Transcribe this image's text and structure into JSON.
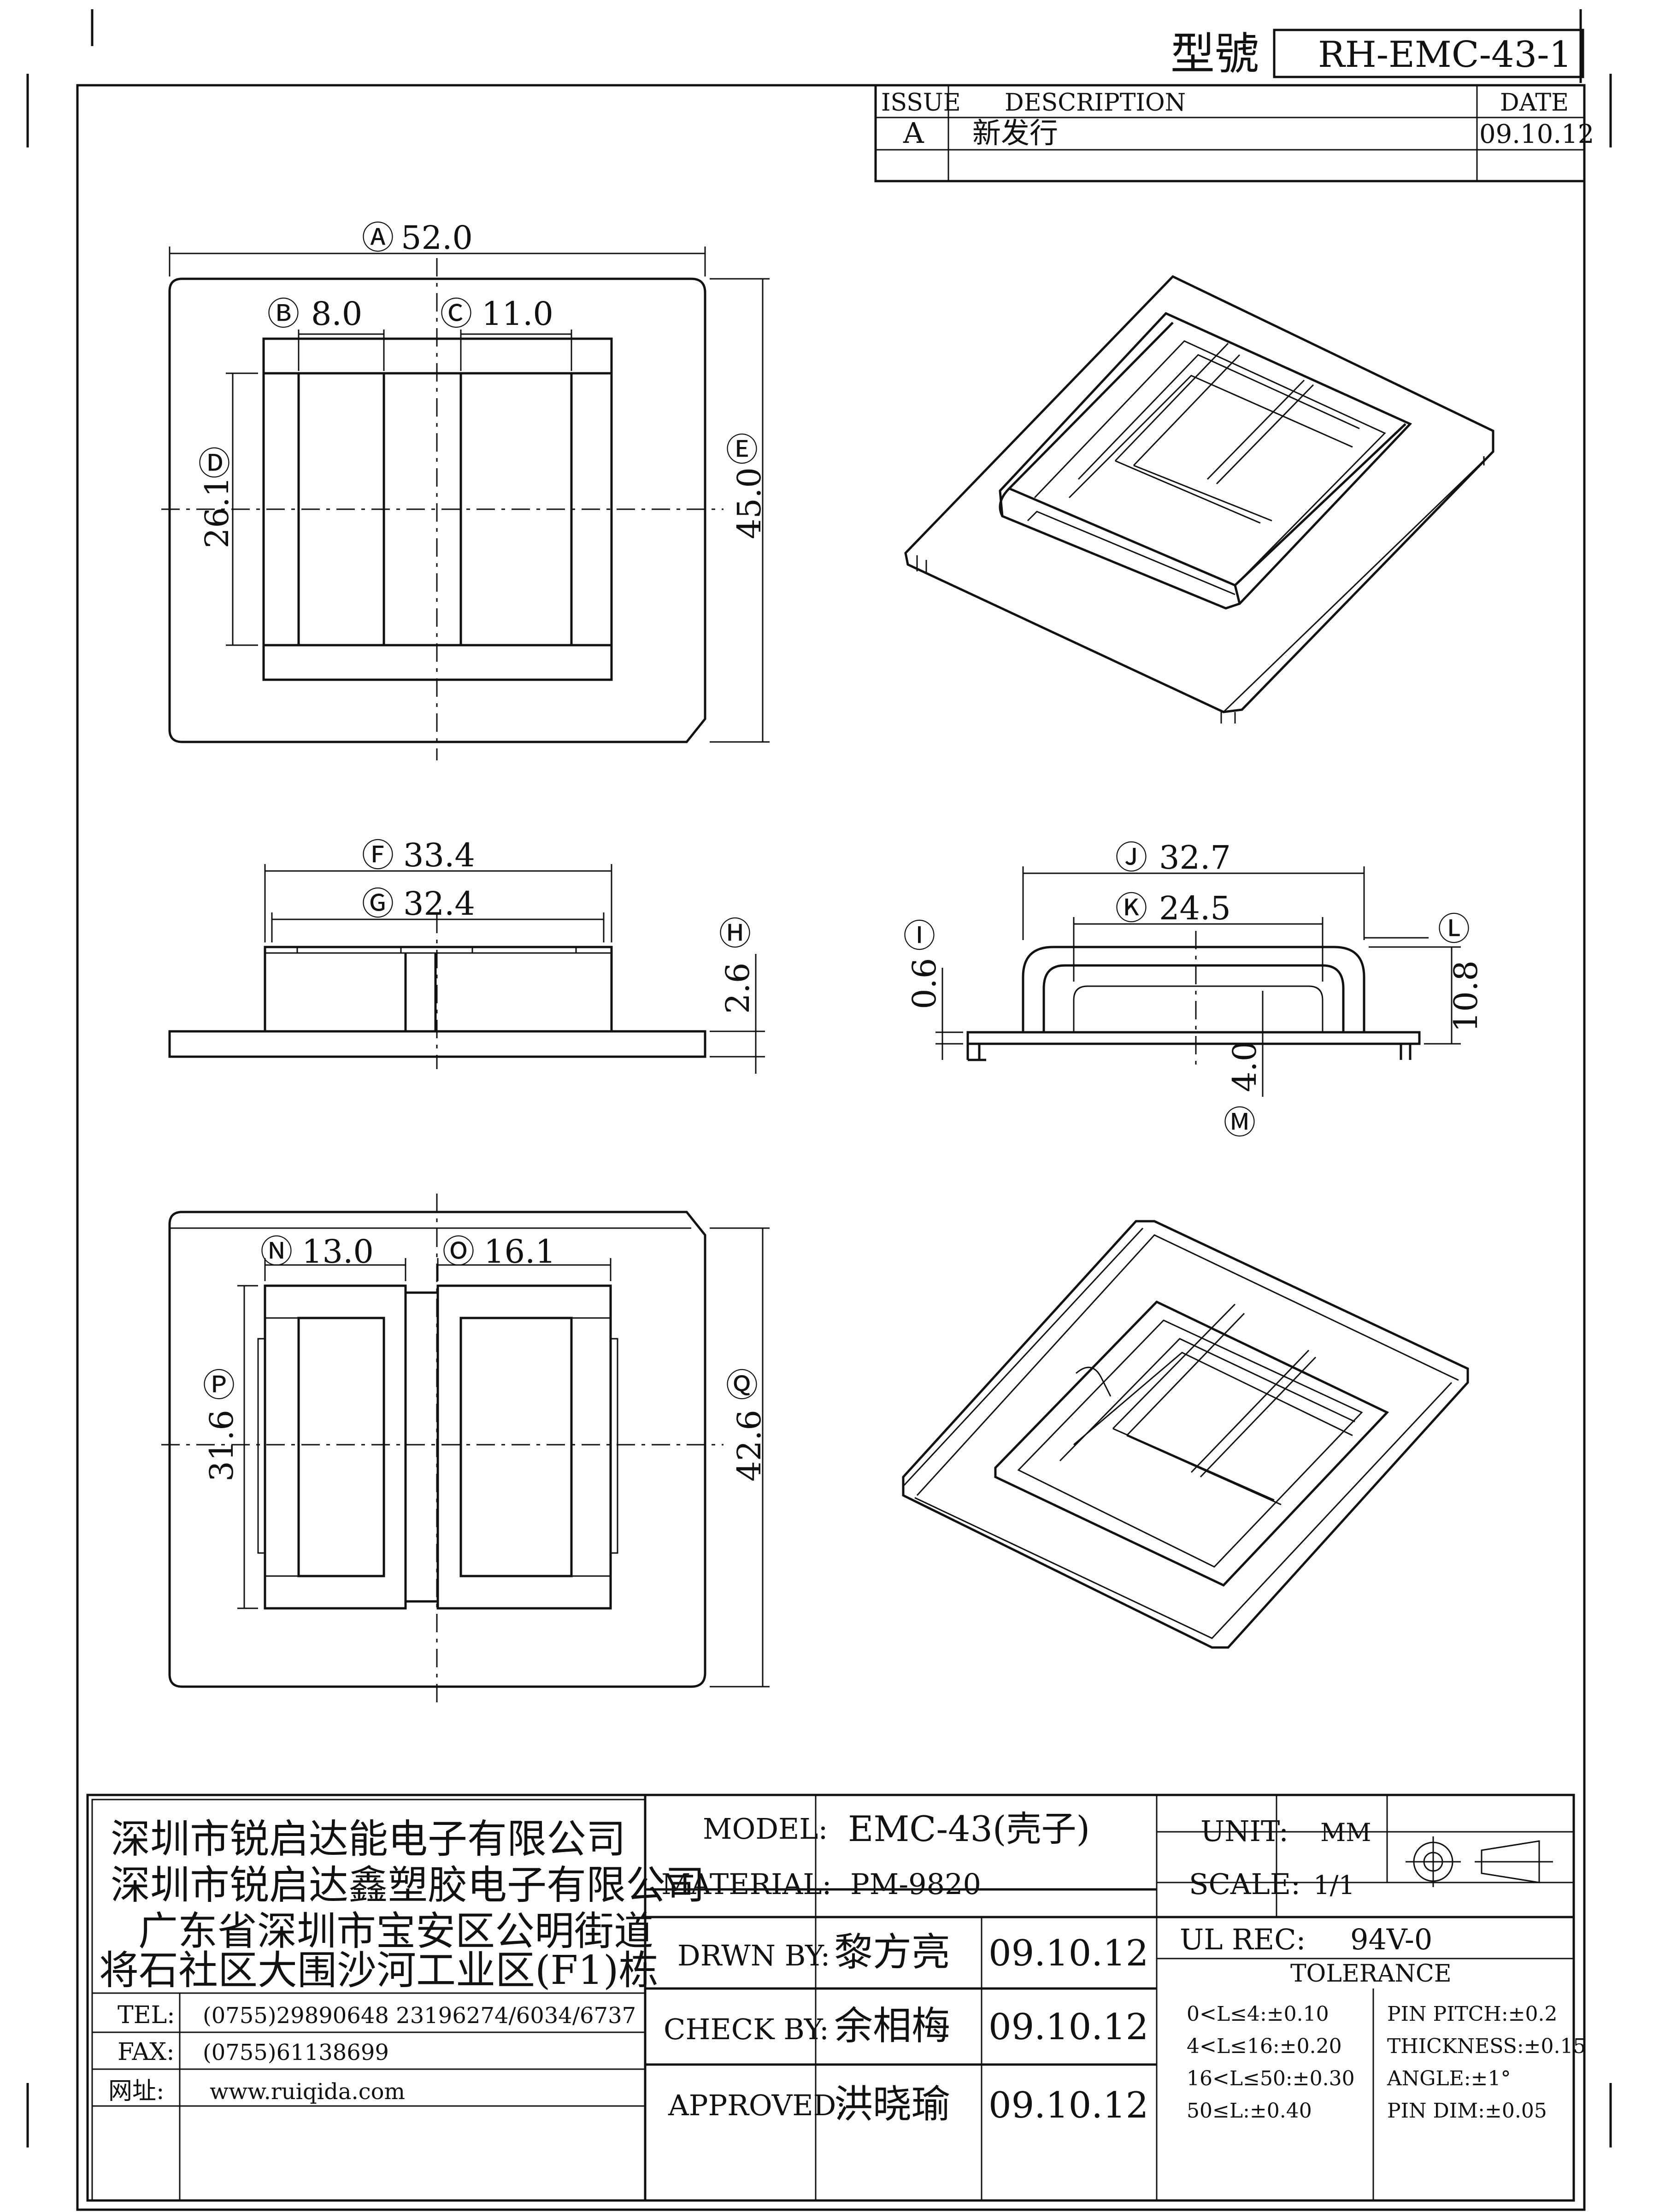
{
  "header": {
    "model_label": "型號",
    "model_no": "RH-EMC-43-1"
  },
  "revision": {
    "headers": [
      "ISSUE",
      "DESCRIPTION",
      "DATE"
    ],
    "rows": [
      {
        "issue": "A",
        "description": "新发行",
        "date": "09.10.12"
      }
    ]
  },
  "dimensions": {
    "A": "52.0",
    "B": "8.0",
    "C": "11.0",
    "D": "26.1",
    "E": "45.0",
    "F": "33.4",
    "G": "32.4",
    "H": "2.6",
    "I": "0.6",
    "J": "32.7",
    "K": "24.5",
    "L": "10.8",
    "M": "4.0",
    "N": "13.0",
    "O": "16.1",
    "P": "31.6",
    "Q": "42.6"
  },
  "company": {
    "line1": "深圳市锐启达能电子有限公司",
    "line2": "深圳市锐启达鑫塑胶电子有限公司",
    "line3": "广东省深圳市宝安区公明街道",
    "line4": "将石社区大围沙河工业区(F1)栋"
  },
  "contact": {
    "tel_label": "TEL:",
    "tel": "(0755)29890648  23196274/6034/6737",
    "fax_label": "FAX:",
    "fax": "(0755)61138699",
    "web_label": "网址:",
    "web": "www.ruiqida.com"
  },
  "title_block": {
    "model_label": "MODEL:",
    "model": "EMC-43(壳子)",
    "material_label": "MATERIAL:",
    "material": "PM-9820",
    "drawn_label": "DRWN BY:",
    "drawn_name": "黎方亮",
    "drawn_date": "09.10.12",
    "check_label": "CHECK BY:",
    "check_name": "余相梅",
    "check_date": "09.10.12",
    "approved_label": "APPROVED:",
    "approved_name": "洪晓瑜",
    "approved_date": "09.10.12",
    "unit_label": "UNIT:",
    "unit": "MM",
    "scale_label": "SCALE:",
    "scale": "1/1",
    "ul_label": "UL REC:",
    "ul": "94V-0",
    "tolerance_label": "TOLERANCE",
    "tol1": "0<L≤4:±0.10",
    "tol2": "4<L≤16:±0.20",
    "tol3": "16<L≤50:±0.30",
    "tol4": "50≤L:±0.40",
    "pitch": "PIN PITCH:±0.2",
    "thickness": "THICKNESS:±0.15",
    "angle": "ANGLE:±1°",
    "pindim": "PIN DIM:±0.05"
  }
}
